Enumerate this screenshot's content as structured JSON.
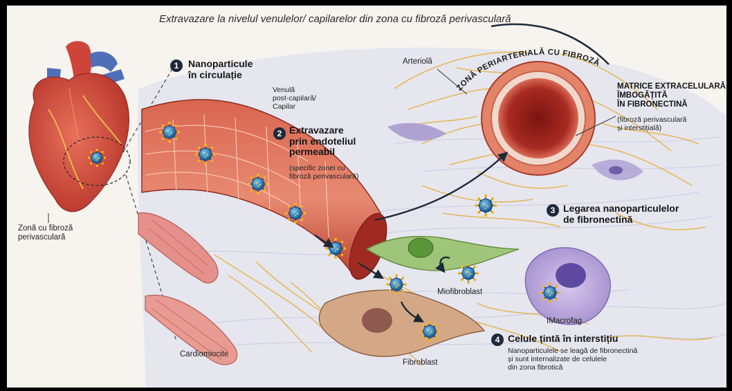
{
  "title": "Extravazare la nivelul venulelor/ capilarelor din zona cu fibroză perivasculară",
  "heart_label": [
    "Zonă cu fibroză",
    "perivasculară"
  ],
  "step1": {
    "num": "1",
    "lines": [
      "Nanoparticule",
      "în circulație"
    ]
  },
  "venule_label": [
    "Venulă",
    "post-capilară/",
    "Capilar"
  ],
  "step2": {
    "num": "2",
    "lines": [
      "Extravazare",
      "prin endoteliul",
      "permeabil"
    ],
    "note": [
      "(specific zonei cu",
      "fibroză perivasculară)"
    ]
  },
  "arteriole_label": "Arteriolă",
  "zone_arc_label": "ZONĂ PERIARTERIALĂ CU FIBROZĂ",
  "matrix_label": {
    "lines": [
      "MATRICE EXTRACELULARĂ",
      "ÎMBOGĂȚITĂ",
      "ÎN FIBRONECTINĂ"
    ],
    "note": [
      "(fibroză perivasculară",
      "și interstițială)"
    ]
  },
  "step3": {
    "num": "3",
    "lines": [
      "Legarea nanoparticulelor",
      "de fibronectină"
    ]
  },
  "myofibroblast_label": "Miofibroblast",
  "macrophage_label": "IMacrofag",
  "fibroblast_label": "Fibroblast",
  "cardiomyocyte_label": "Cardiomiocite",
  "step4": {
    "num": "4",
    "title": "Celule țintă în interstițiu",
    "desc": [
      "Nanoparticulele se leagă de fibronectină",
      "și sunt internalizate de celulele",
      "din zona fibrotică"
    ]
  },
  "colors": {
    "vessel": "#c94a3c",
    "vessel_light": "#e07a66",
    "np_core": "#2a86c8",
    "np_spike": "#e8b020",
    "fiber": "#e6b850",
    "tissue": "#d9dce8",
    "badge": "#1e2a3a"
  }
}
